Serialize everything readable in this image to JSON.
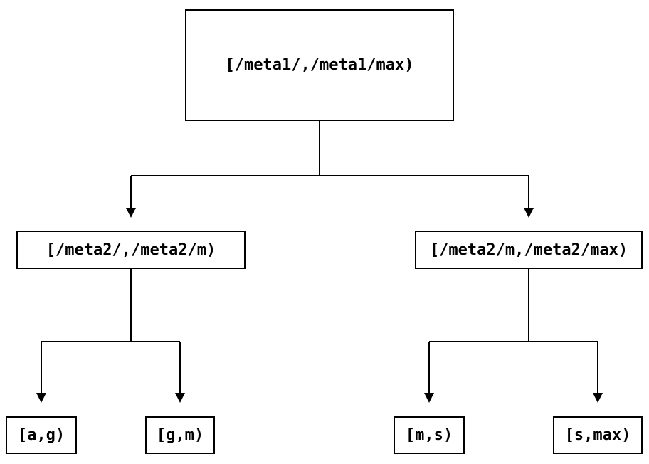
{
  "diagram": {
    "type": "binary-interval-tree",
    "background_color": "#ffffff",
    "line_color": "#000000",
    "text_color": "#000000",
    "nodes": {
      "root": {
        "label": "[/meta1/,/meta1/max)"
      },
      "meta2_low": {
        "label": "[/meta2/,/meta2/m)"
      },
      "meta2_high": {
        "label": "[/meta2/m,/meta2/max)"
      },
      "leaf_ag": {
        "label": "[a,g)"
      },
      "leaf_gm": {
        "label": "[g,m)"
      },
      "leaf_ms": {
        "label": "[m,s)"
      },
      "leaf_smax": {
        "label": "[s,max)"
      }
    },
    "edges": [
      {
        "from": "root",
        "to": "meta2_low"
      },
      {
        "from": "root",
        "to": "meta2_high"
      },
      {
        "from": "meta2_low",
        "to": "leaf_ag"
      },
      {
        "from": "meta2_low",
        "to": "leaf_gm"
      },
      {
        "from": "meta2_high",
        "to": "leaf_ms"
      },
      {
        "from": "meta2_high",
        "to": "leaf_smax"
      }
    ]
  }
}
